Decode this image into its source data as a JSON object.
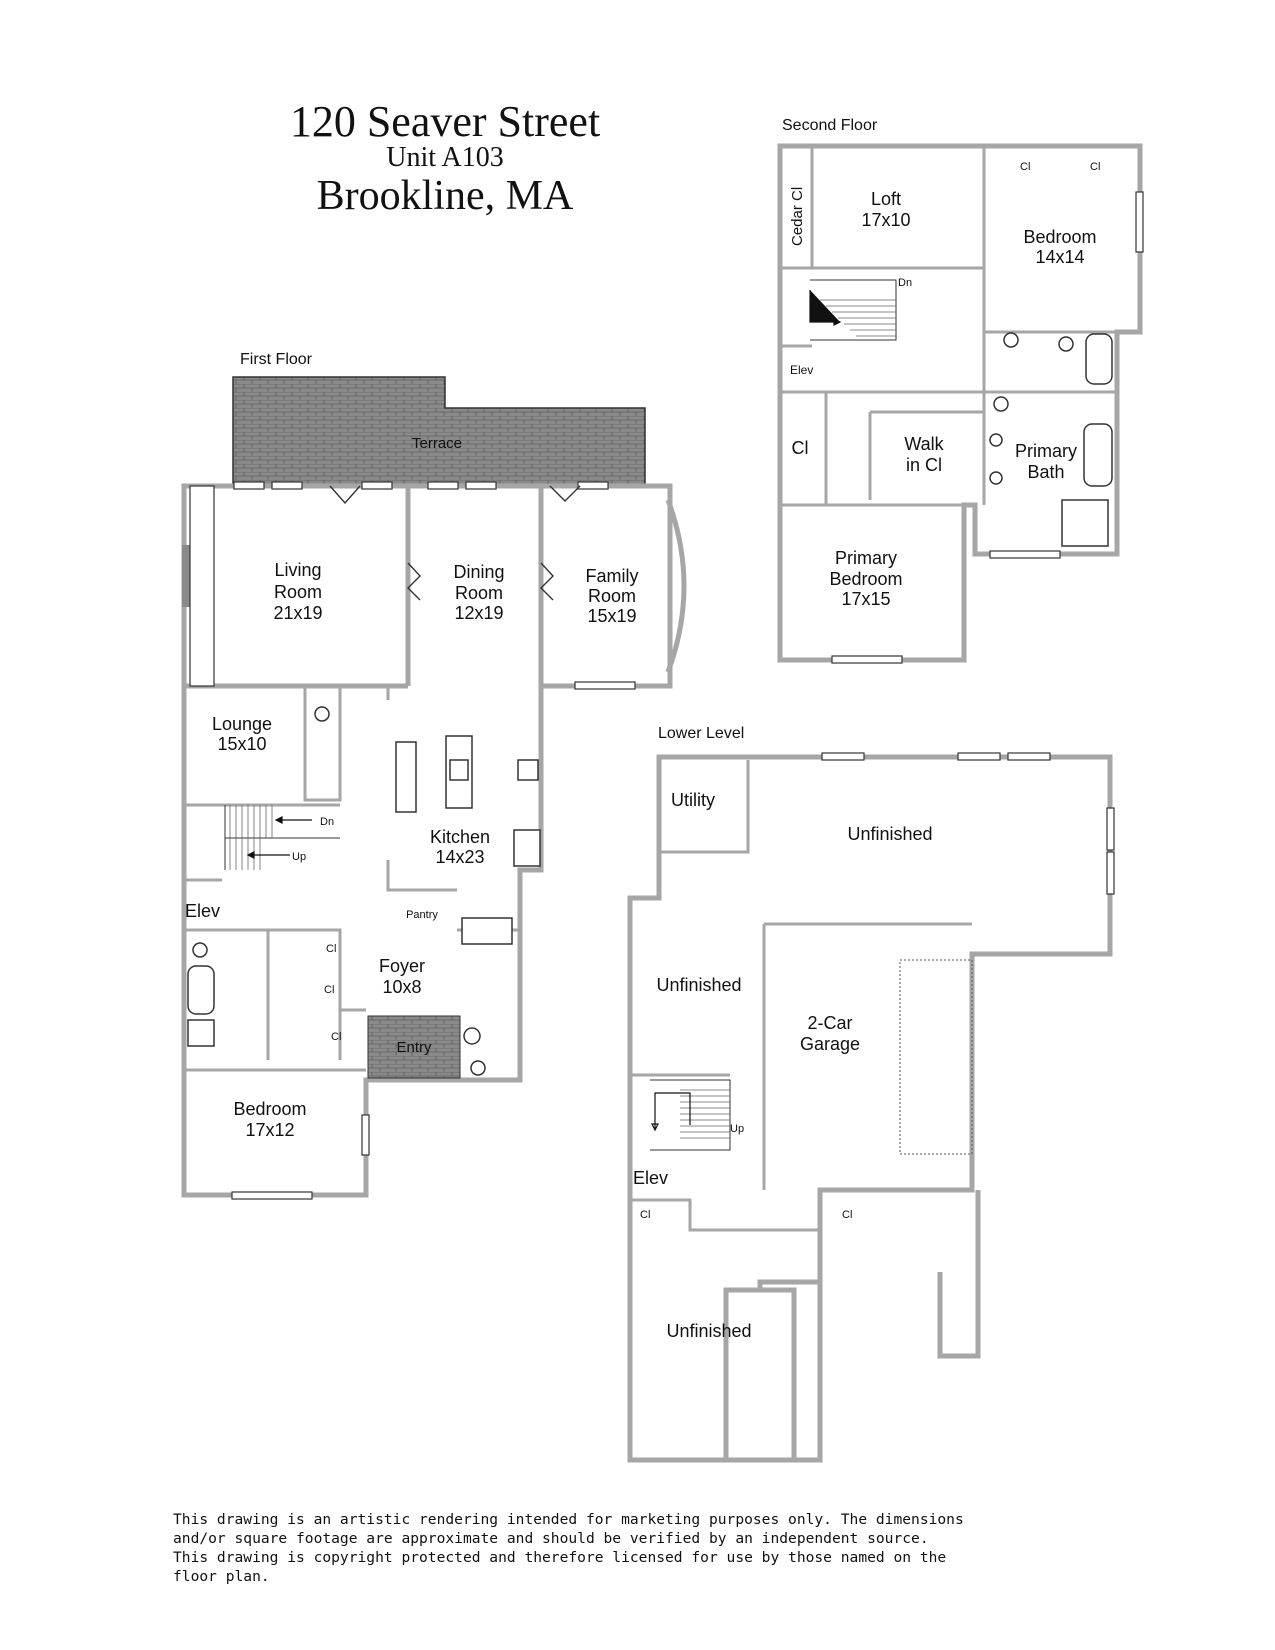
{
  "header": {
    "street": "120 Seaver Street",
    "unit": "Unit A103",
    "city": "Brookline, MA"
  },
  "floors": {
    "first": {
      "label": "First Floor",
      "rooms": {
        "terrace": "Terrace",
        "living_name": "Living",
        "living_name2": "Room",
        "living_size": "21x19",
        "dining_name": "Dining",
        "dining_name2": "Room",
        "dining_size": "12x19",
        "family_name": "Family",
        "family_name2": "Room",
        "family_size": "15x19",
        "lounge_name": "Lounge",
        "lounge_size": "15x10",
        "kitchen_name": "Kitchen",
        "kitchen_size": "14x23",
        "pantry": "Pantry",
        "elev": "Elev",
        "foyer_name": "Foyer",
        "foyer_size": "10x8",
        "entry": "Entry",
        "bedroom_name": "Bedroom",
        "bedroom_size": "17x12",
        "cl": "Cl",
        "dn": "Dn",
        "up": "Up"
      }
    },
    "second": {
      "label": "Second Floor",
      "rooms": {
        "cedar": "Cedar Cl",
        "loft_name": "Loft",
        "loft_size": "17x10",
        "bedroom_name": "Bedroom",
        "bedroom_size": "14x14",
        "cl": "Cl",
        "dn": "Dn",
        "elev": "Elev",
        "walk_name": "Walk",
        "walk_name2": "in Cl",
        "primary_bath_name": "Primary",
        "primary_bath_name2": "Bath",
        "primary_bed_name": "Primary",
        "primary_bed_name2": "Bedroom",
        "primary_bed_size": "17x15"
      }
    },
    "lower": {
      "label": "Lower Level",
      "rooms": {
        "utility": "Utility",
        "unfinished": "Unfinished",
        "garage_name": "2-Car",
        "garage_name2": "Garage",
        "elev": "Elev",
        "cl": "Cl",
        "up": "Up"
      }
    }
  },
  "disclaimer": "This drawing is an artistic rendering intended for marketing purposes only.  The dimensions\nand/or square footage are approximate and should be verified by an independent source.\nThis drawing is copyright protected and therefore licensed for use by those named on the\nfloor plan."
}
